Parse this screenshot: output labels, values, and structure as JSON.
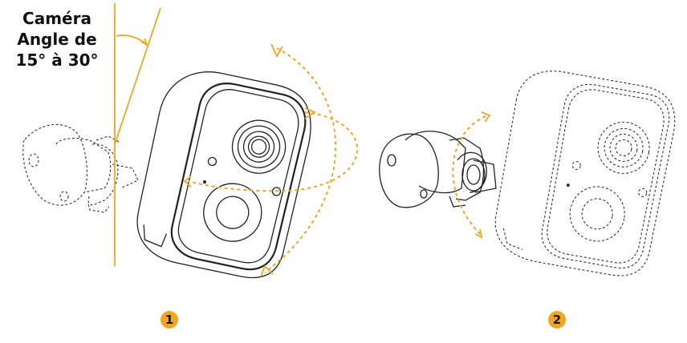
{
  "caption": {
    "line1": "Caméra",
    "line2": "Angle de",
    "line3": "15° à 30°"
  },
  "steps": [
    "1",
    "2"
  ],
  "colors": {
    "accent": "#f2a51f",
    "stroke": "#222222",
    "background": "#ffffff"
  }
}
